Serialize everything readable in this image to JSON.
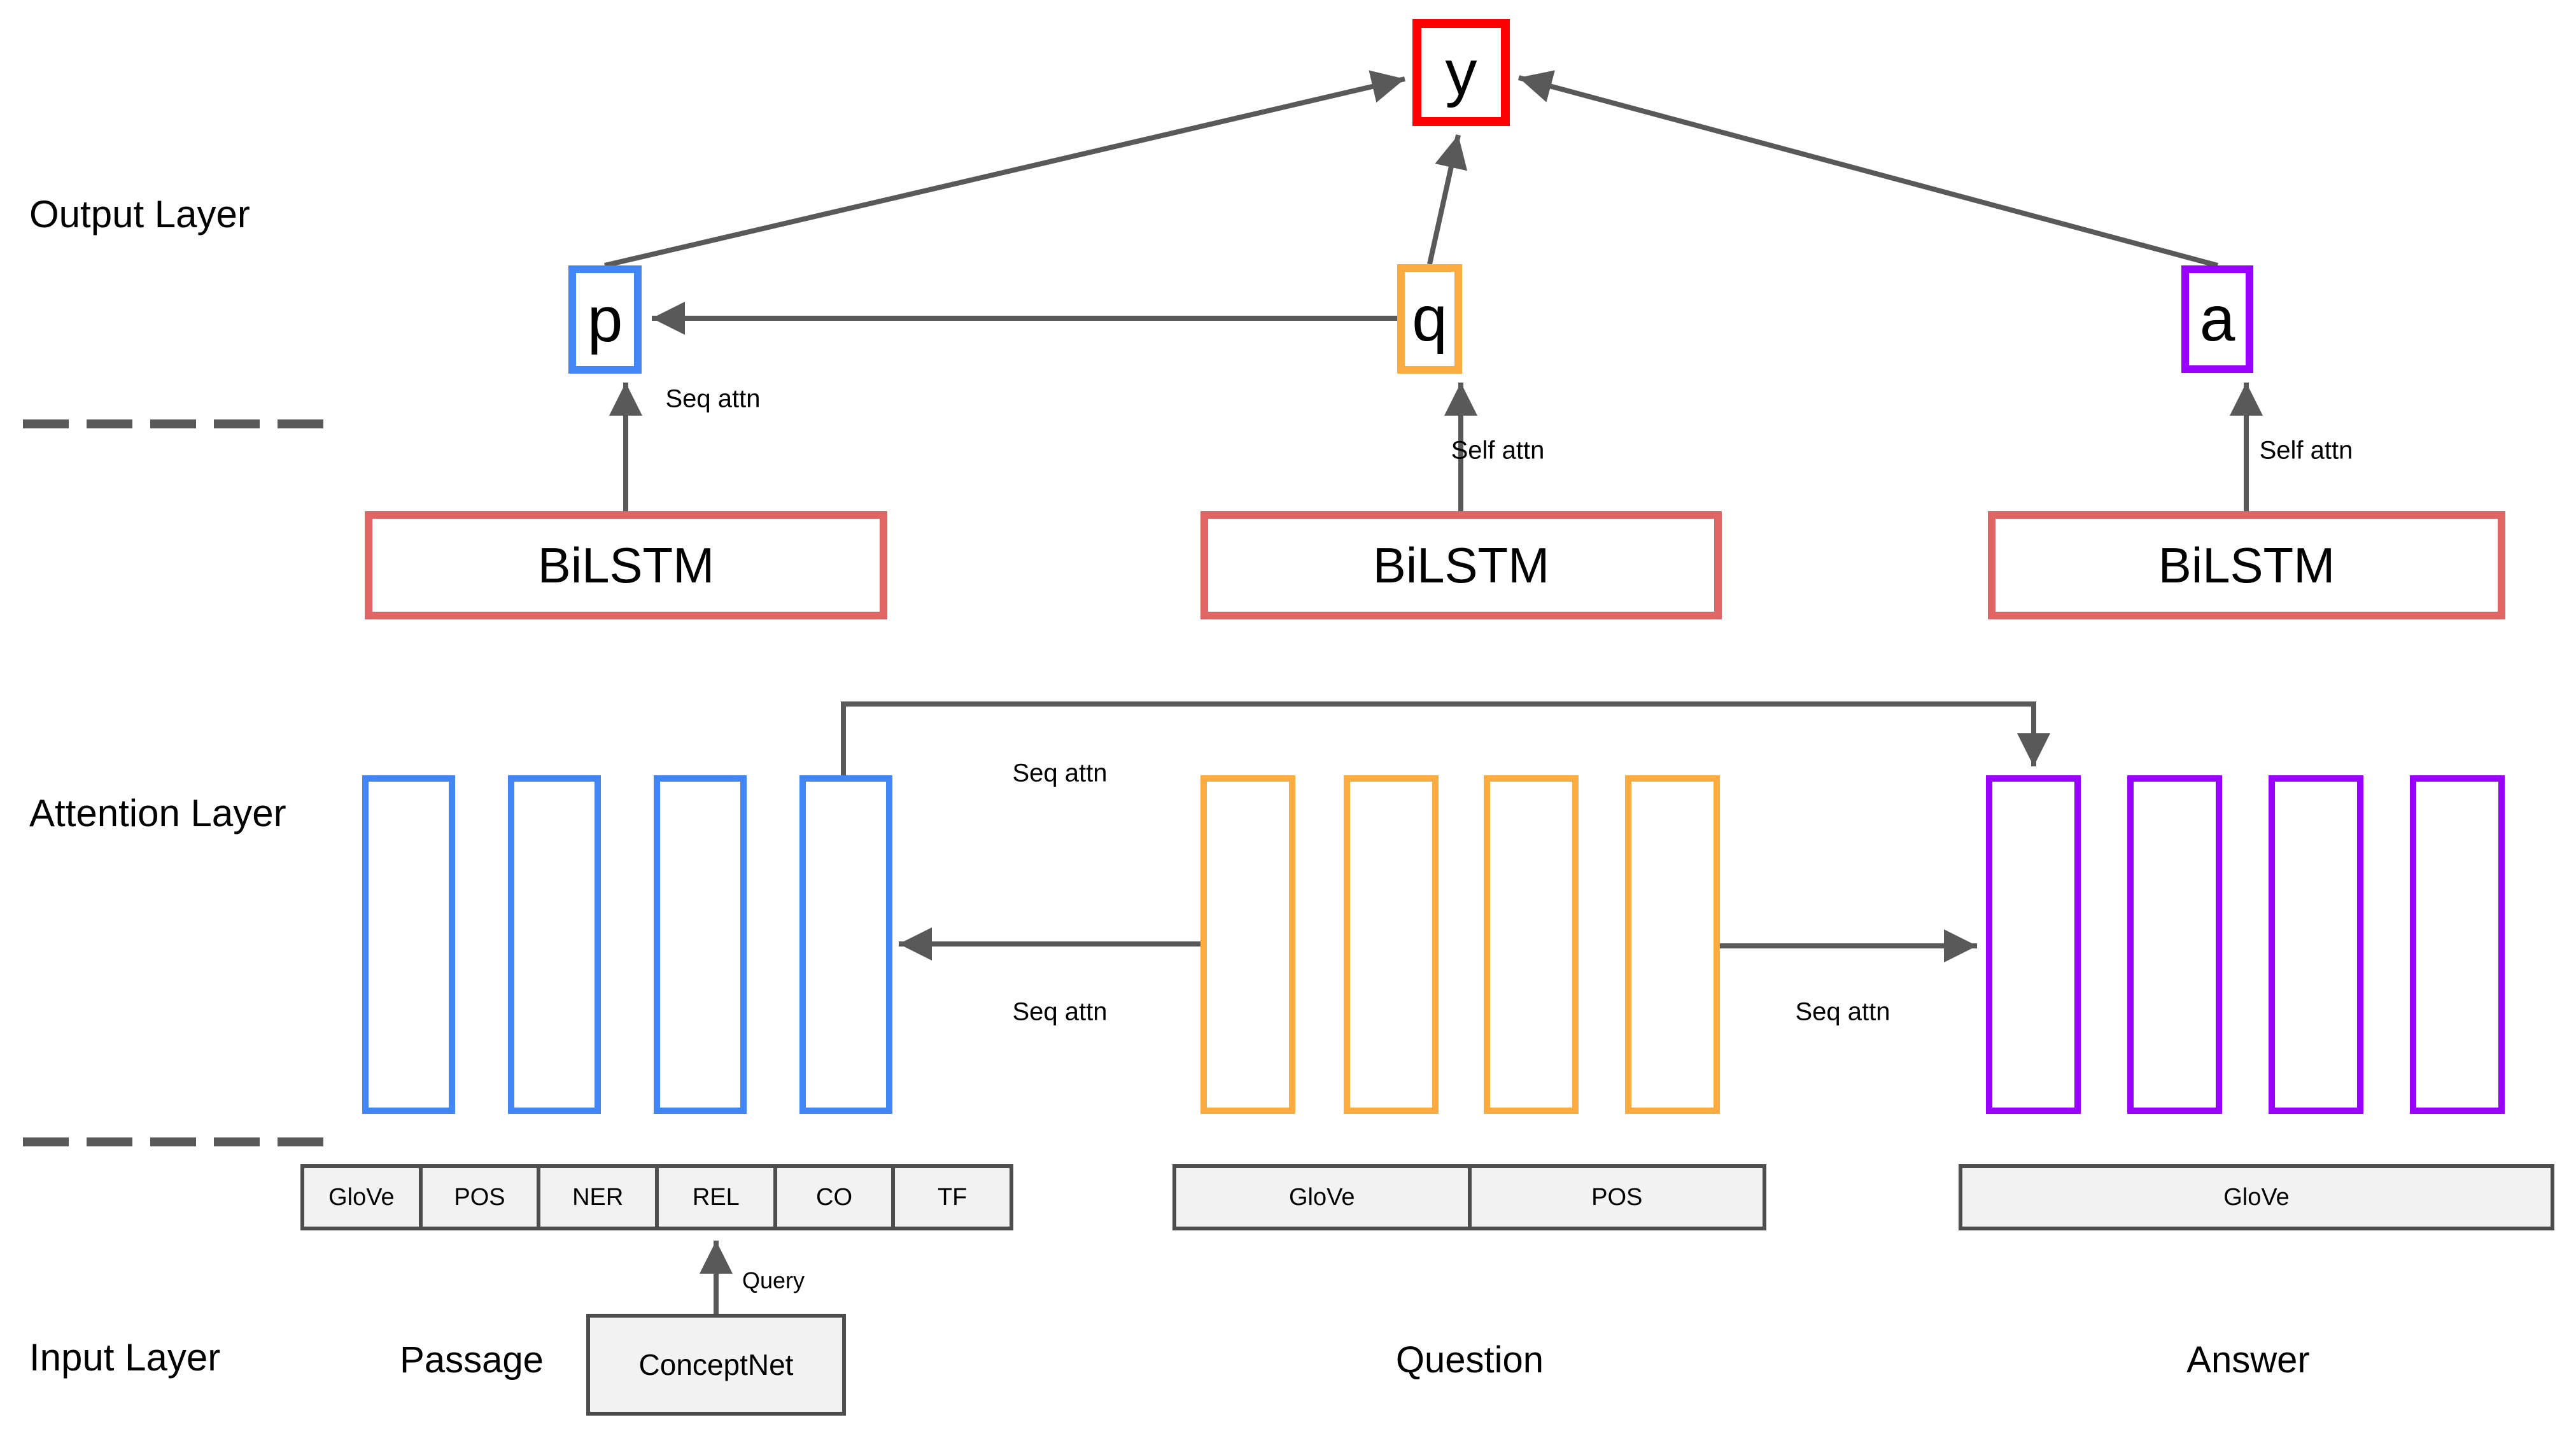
{
  "colors": {
    "passage-accent": "#4285F4",
    "question-accent": "#FBAB40",
    "answer-accent": "#9900FF",
    "output-accent": "#FF0000",
    "bilstm-accent": "#E06666",
    "line": "#595959",
    "box-fill": "#F2F2F2",
    "box-border": "#4D4D4D",
    "text": "#000000"
  },
  "layer_labels": {
    "output": "Output Layer",
    "attention": "Attention Layer",
    "input": "Input Layer"
  },
  "section_labels": {
    "passage": "Passage",
    "question": "Question",
    "answer": "Answer"
  },
  "nodes": {
    "y": "y",
    "p": "p",
    "q": "q",
    "a": "a"
  },
  "encoders": {
    "passage": "BiLSTM",
    "question": "BiLSTM",
    "answer": "BiLSTM"
  },
  "edge_labels": {
    "seq_attn_question_to_p": "Seq attn",
    "self_attn_question": "Self attn",
    "self_attn_answer": "Self attn",
    "seq_attn_passage_to_answer": "Seq attn",
    "seq_attn_question_to_passage": "Seq attn",
    "seq_attn_question_to_answer_cols": "Seq attn",
    "query": "Query"
  },
  "input_features": {
    "passage": [
      "GloVe",
      "POS",
      "NER",
      "REL",
      "CO",
      "TF"
    ],
    "question": [
      "GloVe",
      "POS"
    ],
    "answer": [
      "GloVe"
    ]
  },
  "knowledge_source": "ConceptNet"
}
